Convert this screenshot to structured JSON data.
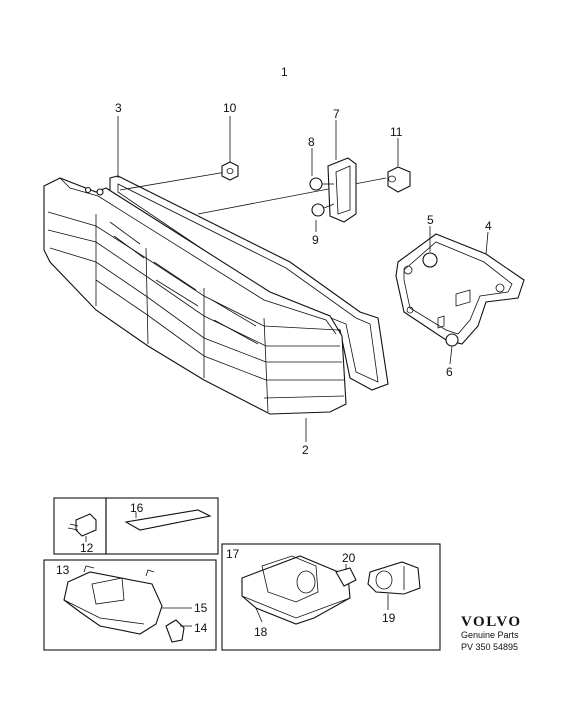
{
  "callouts": {
    "c1": "1",
    "c2": "2",
    "c3": "3",
    "c4": "4",
    "c5": "5",
    "c6": "6",
    "c7": "7",
    "c8": "8",
    "c9": "9",
    "c10": "10",
    "c11": "11",
    "c12": "12",
    "c13": "13",
    "c14": "14",
    "c15": "15",
    "c16": "16",
    "c17": "17",
    "c18": "18",
    "c19": "19",
    "c20": "20"
  },
  "brand": {
    "name": "VOLVO",
    "tagline": "Genuine Parts",
    "code": "PV 350 54895"
  }
}
